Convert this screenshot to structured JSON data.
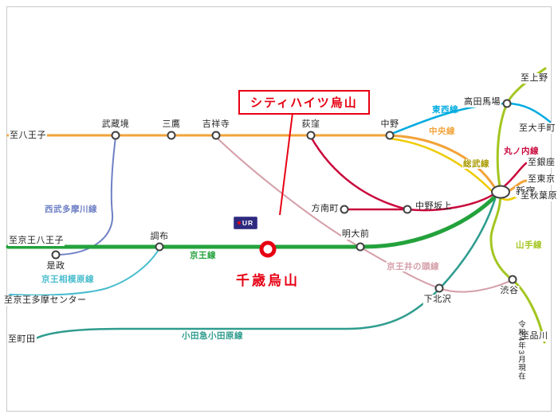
{
  "map": {
    "title_callout": "シティハイツ烏山",
    "date_note": "令和4年3月現在",
    "ur_badge": "UR"
  },
  "highlight": {
    "station": "千歳烏山",
    "color": "#e60012"
  },
  "colors": {
    "station_border": "#404040",
    "map_border": "#c9c9c9"
  },
  "lines": {
    "chuo": {
      "label": "中央線",
      "color": "#f2a33a"
    },
    "tozai": {
      "label": "東西線",
      "color": "#00abe0"
    },
    "marunouchi": {
      "label": "丸ノ内線",
      "color": "#c9093c"
    },
    "sobu": {
      "label": "総武線",
      "color": "#edcb00",
      "label_color": "#a99a00"
    },
    "yamanote": {
      "label": "山手線",
      "color": "#a3c620"
    },
    "keio": {
      "label": "京王線",
      "color": "#23a23c"
    },
    "seibu_tamagawa": {
      "label": "西武多摩川線",
      "color": "#6f80c5"
    },
    "keio_sagamihara": {
      "label": "京王相模原線",
      "color": "#47bccd"
    },
    "keio_inokashira": {
      "label": "京王井の頭線",
      "color": "#d59ea8"
    },
    "odakyu": {
      "label": "小田急小田原線",
      "color": "#2f9c8e"
    }
  },
  "stations": {
    "musashisakai": "武蔵境",
    "mitaka": "三鷹",
    "kichijoji": "吉祥寺",
    "ogikubo": "荻窪",
    "nakano": "中野",
    "takadanobaba": "高田馬場",
    "shinjuku": "新宿",
    "honancho": "方南町",
    "nakanosakaue": "中野坂上",
    "chofu": "調布",
    "koremasa": "是政",
    "meidaimae": "明大前",
    "shimokitazawa": "下北沢",
    "shibuya": "渋谷"
  },
  "destinations": {
    "hachioji": "至八王子",
    "keio_hachioji": "至京王八王子",
    "keio_tama_center": "至京王多摩センター",
    "machida": "至町田",
    "ueno": "至上野",
    "otemachi": "至大手町",
    "ginza": "至銀座",
    "tokyo": "至東京",
    "akihabara": "至秋葉原",
    "shinagawa": "至品川"
  }
}
